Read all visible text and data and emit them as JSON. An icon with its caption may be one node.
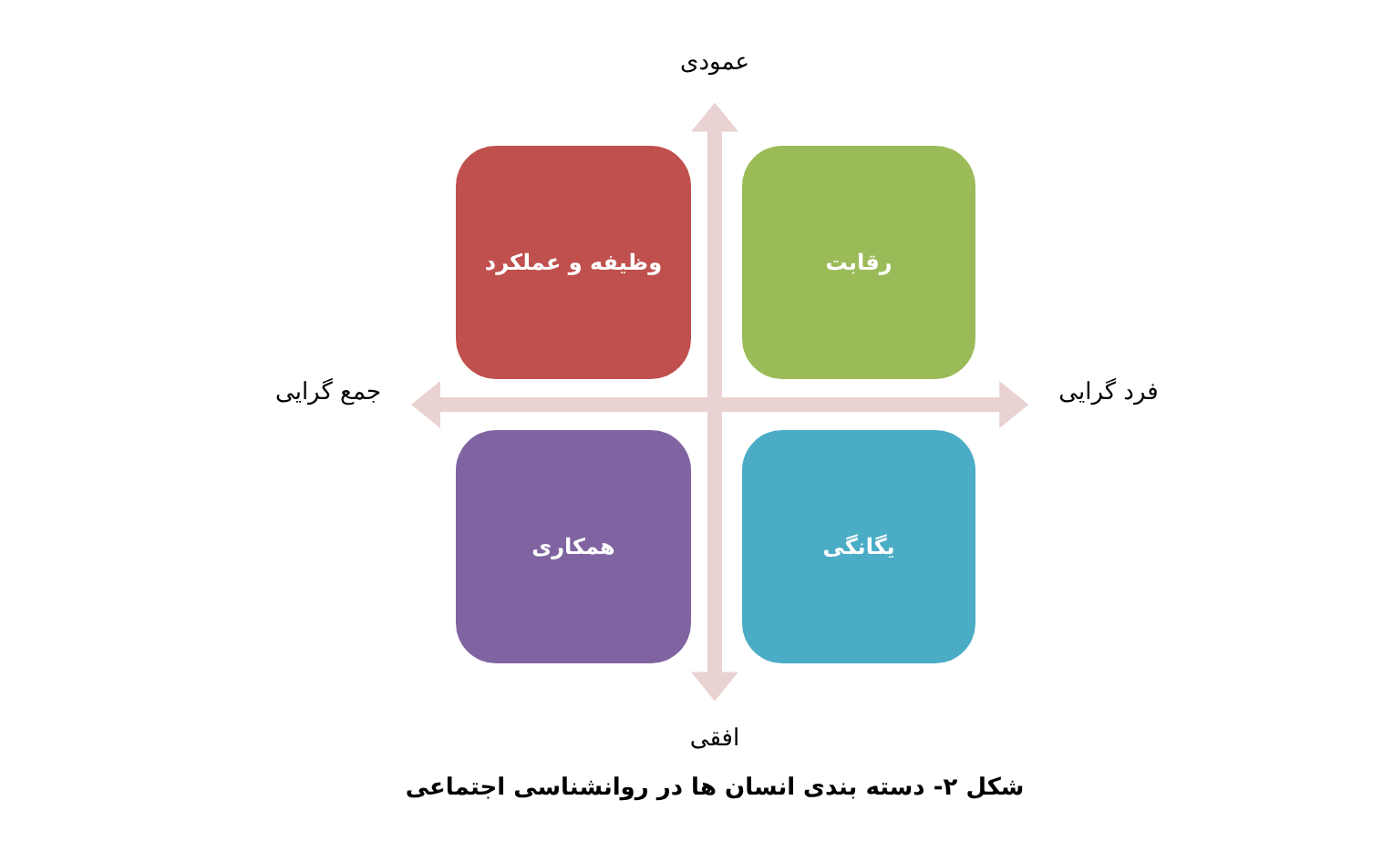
{
  "diagram": {
    "caption": "شکل ۲- دسته بندی انسان ها در روانشناسی اجتماعی",
    "nodes": [
      {
        "text": [
          "عمودی"
        ]
      },
      {
        "text": [
          "رقابت"
        ]
      },
      {
        "text": [
          "وظیفه و عملکرد"
        ]
      },
      {
        "text": [
          "فرد گرایی"
        ]
      },
      {
        "text": [
          "جمع گرایی"
        ]
      },
      {
        "text": [
          "یگانگی"
        ]
      },
      {
        "text": [
          "همکاری"
        ]
      },
      {
        "text": [
          "افقی"
        ]
      }
    ],
    "edges": [
      {
        "from": 7,
        "to": 0,
        "arrow": "both"
      },
      {
        "from": 4,
        "to": 3,
        "arrow": "both"
      }
    ]
  }
}
